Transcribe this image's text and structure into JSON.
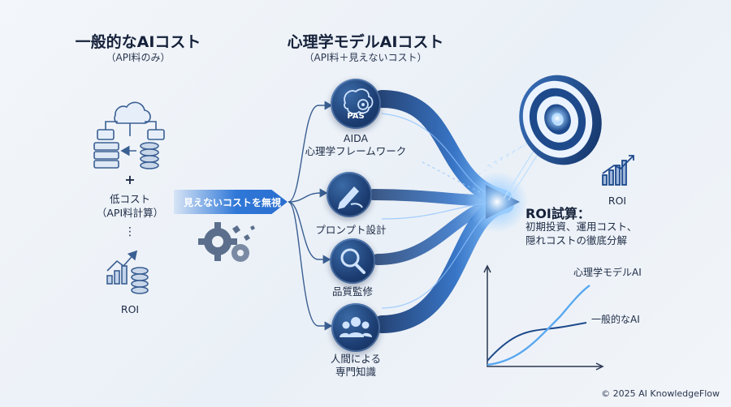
{
  "left": {
    "title": "一般的なAIコスト",
    "subtitle": "（API料のみ）",
    "plus": "+",
    "low_cost": "低コスト",
    "low_cost_sub": "（API料計算）",
    "dots": "⋮",
    "roi": "ROI"
  },
  "banner": {
    "label": "見えないコストを無視"
  },
  "center": {
    "title": "心理学モデルAIコスト",
    "subtitle": "（API料＋見えないコスト）",
    "nodes": [
      {
        "badge": "PAS",
        "line1": "AIDA",
        "line2": "心理学フレームワーク",
        "icon": "brain-gear-icon"
      },
      {
        "line1": "プロンプト設計",
        "icon": "pen-hand-icon"
      },
      {
        "line1": "品質監修",
        "icon": "magnifier-icon"
      },
      {
        "line1": "人間による",
        "line2": "専門知識",
        "icon": "people-group-icon"
      }
    ]
  },
  "right": {
    "roi_label": "ROI",
    "calc_title": "ROI試算：",
    "calc_line1": "初期投資、運用コスト、",
    "calc_line2": "隠れコストの徹底分解",
    "chart_series_top": "心理学モデルAI",
    "chart_series_bottom": "一般的なAI"
  },
  "footer": {
    "copyright": "© 2025 AI KnowledgeFlow"
  },
  "colors": {
    "navy": "#1c3d72",
    "accent": "#2f78d8",
    "glow": "#6fb3ff"
  }
}
